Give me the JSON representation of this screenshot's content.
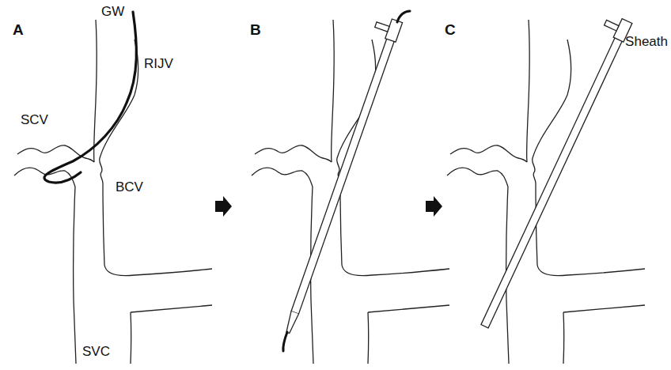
{
  "diagram": {
    "labels": [
      "A",
      "GW",
      "RIJV",
      "SCV",
      "BCV",
      "SVC",
      "B",
      "C",
      "Sheath"
    ]
  }
}
